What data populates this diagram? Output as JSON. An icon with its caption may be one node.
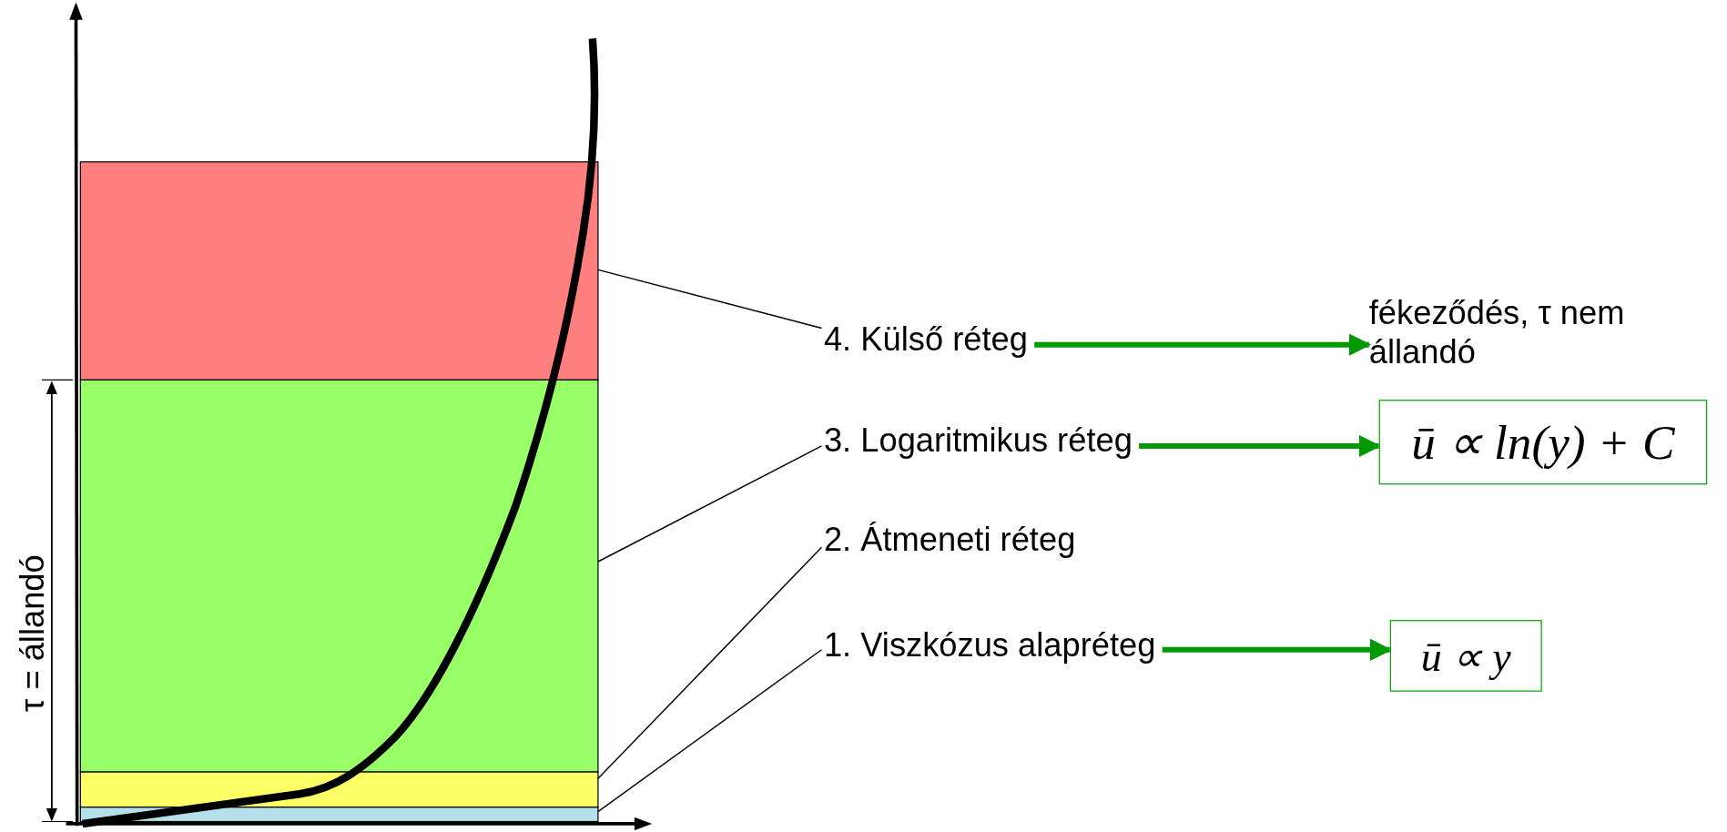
{
  "diagram": {
    "nodes": [
      {
        "text": [],
        "shape": "box"
      },
      {
        "text": [],
        "shape": "box"
      },
      {
        "text": [],
        "shape": "box"
      },
      {
        "text": [],
        "shape": "box"
      },
      {
        "text": [
          "4. Külső réteg"
        ]
      },
      {
        "text": [
          "fékeződés, τ nem állandó"
        ]
      },
      {
        "text": [
          "3. Logaritmikus réteg"
        ]
      },
      {
        "text": [
          "ū ∝ ln(y) + C"
        ]
      },
      {
        "text": [
          "2. Átmeneti réteg"
        ]
      },
      {
        "text": [
          "1. Viszkózus alapréteg"
        ]
      },
      {
        "text": [
          "ū ∝ y"
        ]
      }
    ],
    "edges": [
      {
        "from": 4,
        "to": 0,
        "arrow": "none"
      },
      {
        "from": 6,
        "to": 1,
        "arrow": "none"
      },
      {
        "from": 8,
        "to": 2,
        "arrow": "none"
      },
      {
        "from": 9,
        "to": 3,
        "arrow": "none"
      },
      {
        "from": 4,
        "to": 5,
        "arrow": "to",
        "style": "thick",
        "color": "#009900"
      },
      {
        "from": 6,
        "to": 7,
        "arrow": "to",
        "style": "thick",
        "color": "#009900"
      },
      {
        "from": 9,
        "to": 10,
        "arrow": "to",
        "style": "thick",
        "color": "#009900"
      }
    ],
    "labels": [
      "τ = állandó"
    ]
  }
}
